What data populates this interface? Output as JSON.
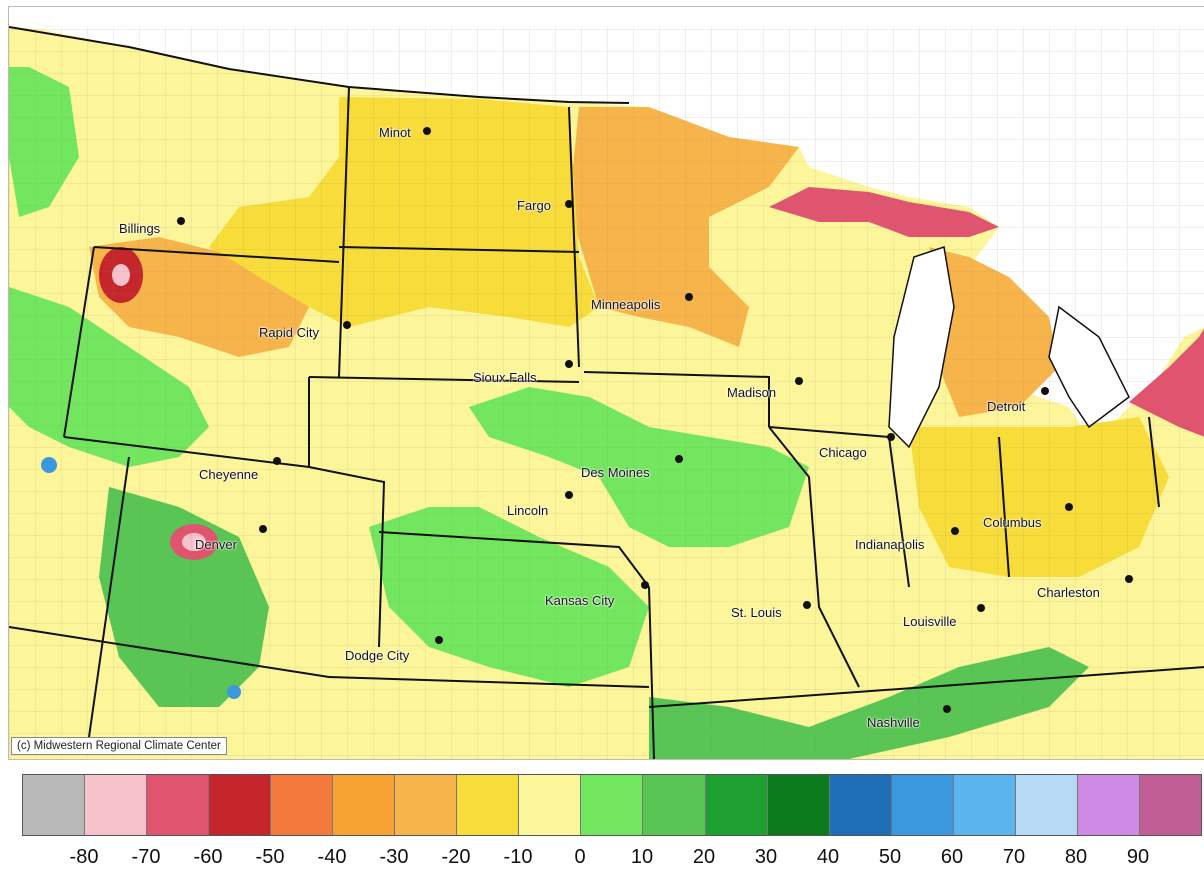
{
  "map": {
    "credit": "(c) Midwestern Regional Climate Center",
    "cities": [
      {
        "name": "Minot"
      },
      {
        "name": "Fargo"
      },
      {
        "name": "Billings"
      },
      {
        "name": "Rapid City"
      },
      {
        "name": "Minneapolis"
      },
      {
        "name": "Sioux Falls"
      },
      {
        "name": "Madison"
      },
      {
        "name": "Detroit"
      },
      {
        "name": "Chicago"
      },
      {
        "name": "Des Moines"
      },
      {
        "name": "Cheyenne"
      },
      {
        "name": "Lincoln"
      },
      {
        "name": "Denver"
      },
      {
        "name": "Indianapolis"
      },
      {
        "name": "Columbus"
      },
      {
        "name": "Kansas City"
      },
      {
        "name": "Charleston"
      },
      {
        "name": "St. Louis"
      },
      {
        "name": "Louisville"
      },
      {
        "name": "Dodge City"
      },
      {
        "name": "Nashville"
      }
    ]
  },
  "legend": {
    "colors": [
      "#b9b9b9",
      "#f6c3cc",
      "#e0546f",
      "#c4262c",
      "#f37a3c",
      "#f6a334",
      "#f7b44a",
      "#f7dc3a",
      "#fdf59a",
      "#71e65e",
      "#58c554",
      "#1e9f32",
      "#0b7a1c",
      "#1f6fb8",
      "#3a99de",
      "#5ab5ee",
      "#b6daf6",
      "#cf8ae6",
      "#c25e96"
    ],
    "ticks": [
      "-80",
      "-70",
      "-60",
      "-50",
      "-40",
      "-30",
      "-20",
      "-10",
      "0",
      "10",
      "20",
      "30",
      "40",
      "50",
      "60",
      "70",
      "80",
      "90"
    ]
  }
}
